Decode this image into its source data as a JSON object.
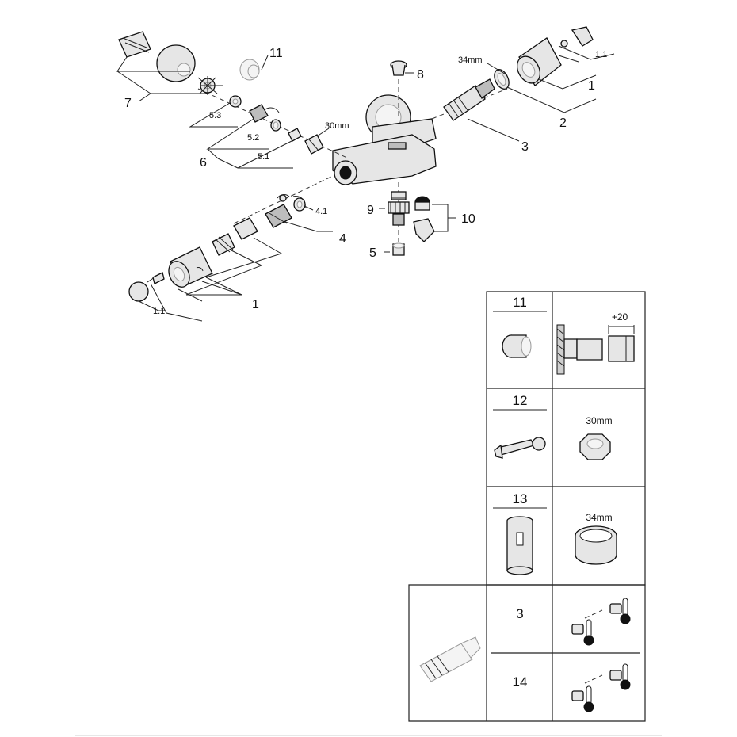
{
  "callouts": {
    "c1_top": "1",
    "c1_1_top": "1.1",
    "c2": "2",
    "c3": "3",
    "c34mm": "34mm",
    "c8": "8",
    "c11": "11",
    "c7": "7",
    "c6": "6",
    "c5_3": "5.3",
    "c5_2": "5.2",
    "c5_1": "5.1",
    "c30mm": "30mm",
    "c9": "9",
    "c10": "10",
    "c5": "5",
    "c4": "4",
    "c4_1": "4.1",
    "c1_bottom": "1",
    "c1_1_bottom": "1.1"
  },
  "table": {
    "r11_title": "11",
    "r11_dim": "+20",
    "r12_title": "12",
    "r12_dim": "30mm",
    "r13_title": "13",
    "r13_dim": "34mm",
    "r3_title": "3",
    "r14_title": "14"
  }
}
